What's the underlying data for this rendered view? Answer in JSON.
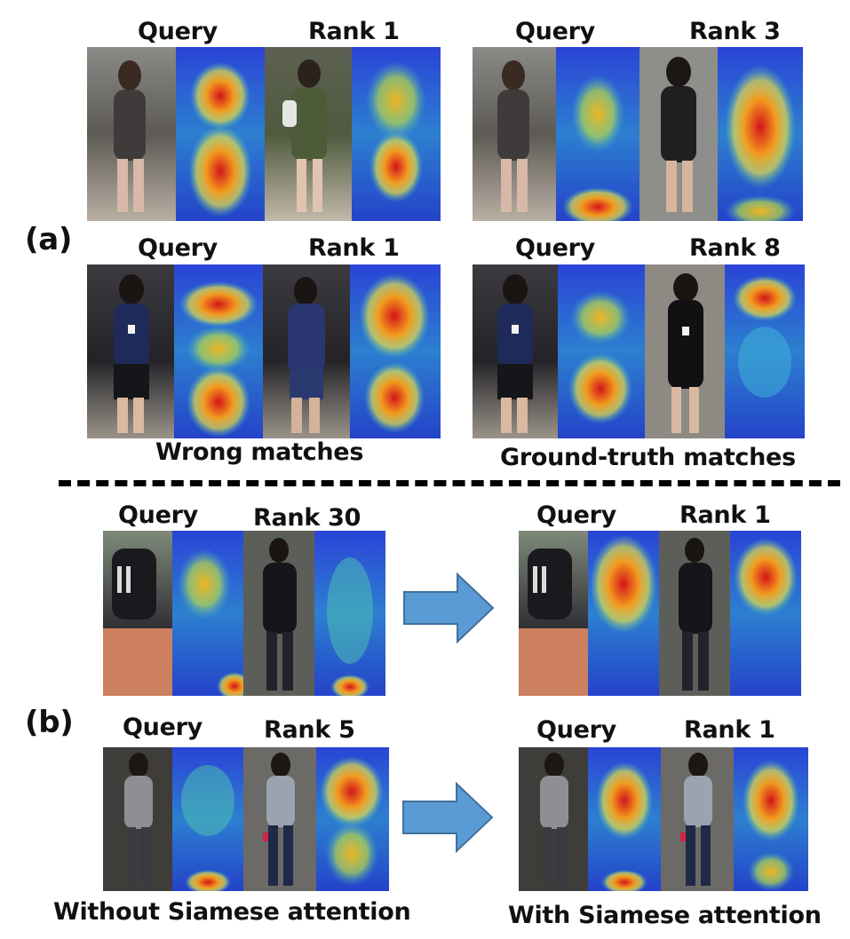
{
  "section_labels": {
    "a": "(a)",
    "b": "(b)"
  },
  "a": {
    "row1": {
      "left": {
        "query": "Query",
        "rank": "Rank 1"
      },
      "right": {
        "query": "Query",
        "rank": "Rank 3"
      }
    },
    "row2": {
      "left": {
        "query": "Query",
        "rank": "Rank 1"
      },
      "right": {
        "query": "Query",
        "rank": "Rank 8"
      }
    },
    "captions": {
      "left": "Wrong matches",
      "right": "Ground-truth matches"
    }
  },
  "b": {
    "row1": {
      "left": {
        "query": "Query",
        "rank": "Rank 30"
      },
      "right": {
        "query": "Query",
        "rank": "Rank 1"
      }
    },
    "row2": {
      "left": {
        "query": "Query",
        "rank": "Rank 5"
      },
      "right": {
        "query": "Query",
        "rank": "Rank 1"
      }
    },
    "captions": {
      "left": "Without Siamese attention",
      "right": "With Siamese attention"
    }
  },
  "colors": {
    "arrow_fill": "#5b9bd5",
    "arrow_stroke": "#41719c",
    "heat_low": "#1f3cc8",
    "heat_high": "#d81e1e"
  }
}
